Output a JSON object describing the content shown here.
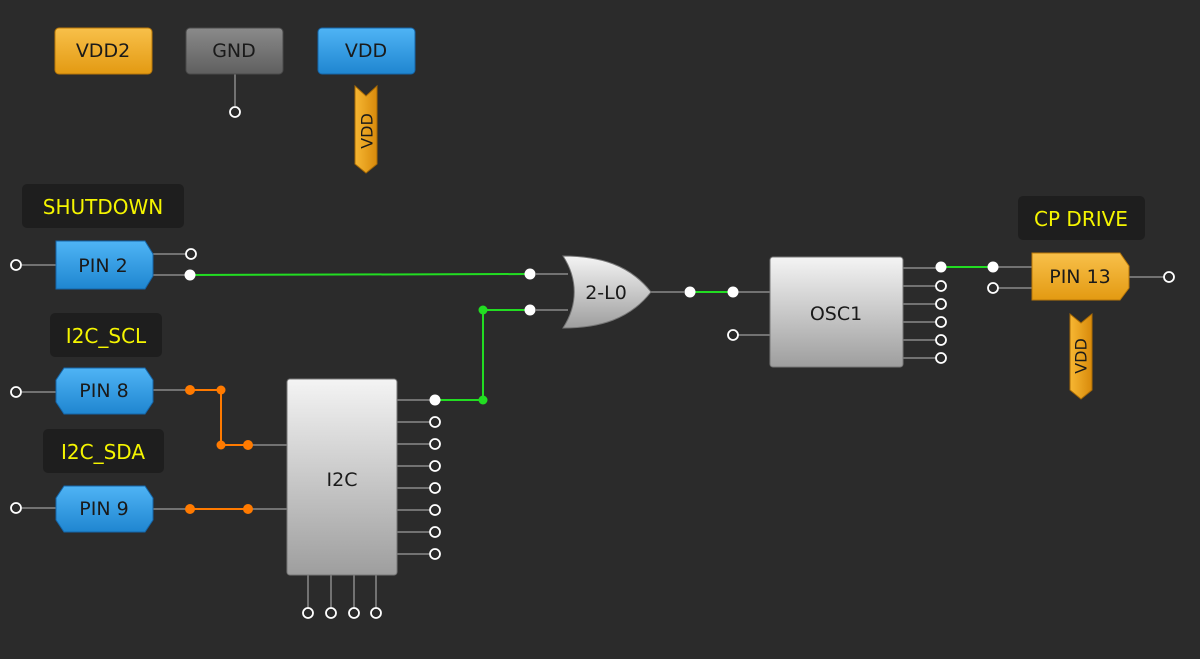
{
  "rails": {
    "vdd2": "VDD2",
    "gnd": "GND",
    "vdd": "VDD",
    "vdd_tag_top": "VDD",
    "vdd_tag_pin13": "VDD"
  },
  "labels": {
    "shutdown": "SHUTDOWN",
    "i2c_scl": "I2C_SCL",
    "i2c_sda": "I2C_SDA",
    "cp_drive": "CP DRIVE"
  },
  "pins": {
    "pin2": "PIN 2",
    "pin8": "PIN 8",
    "pin9": "PIN 9",
    "pin13": "PIN 13"
  },
  "blocks": {
    "i2c": "I2C",
    "or_gate": "2-L0",
    "osc": "OSC1"
  },
  "colors": {
    "background": "#2b2b2b",
    "wire_gray": "#8a8a8a",
    "wire_green": "#22dd22",
    "wire_orange": "#ff7a00",
    "label_text": "#f5f500",
    "label_bg": "#1e1e1e",
    "pin_blue": "#2f9be0",
    "pin_orange": "#f0a020",
    "rail_gray": "#6f6f6f"
  }
}
